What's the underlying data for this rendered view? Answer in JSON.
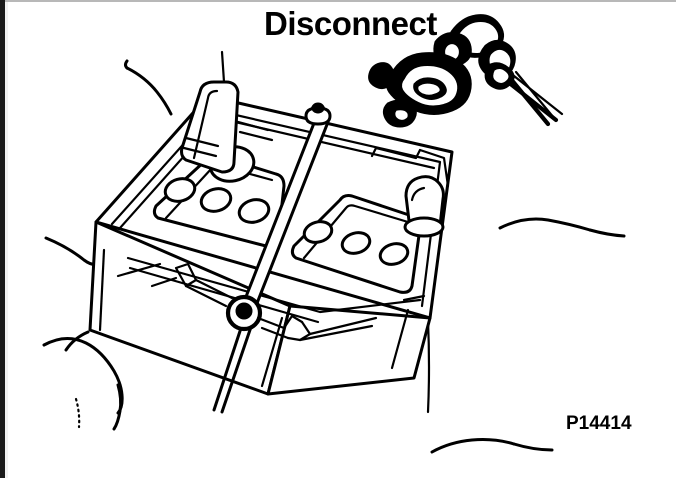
{
  "figure": {
    "title_label": "Disconnect",
    "figure_code": "P14414",
    "ink_color": "#000000",
    "background_color": "#ffffff",
    "edge_strip_color": "#1a1a1a",
    "top_rule_color": "#b8b8b8",
    "media": "scanned line-art service manual illustration"
  },
  "subject": {
    "name": "automotive lead-acid battery",
    "view": "three-quarter top view in engine bay"
  },
  "callout": {
    "name": "battery terminal clamp detail",
    "position": "upper-right",
    "cable_count": 2
  },
  "battery": {
    "vent_cap_strips": [
      {
        "name": "left-vent-cap-strip",
        "cap_count": 3
      },
      {
        "name": "right-vent-cap-strip",
        "cap_count": 3
      }
    ],
    "terminals": [
      {
        "name": "negative-terminal",
        "covered": true,
        "cover": "terminal boot"
      },
      {
        "name": "positive-terminal",
        "covered": false,
        "shape": "tapered post"
      }
    ],
    "hold_down": {
      "name": "hold-down-rod",
      "bolt_count": 2,
      "orientation": "diagonal across battery top"
    }
  }
}
